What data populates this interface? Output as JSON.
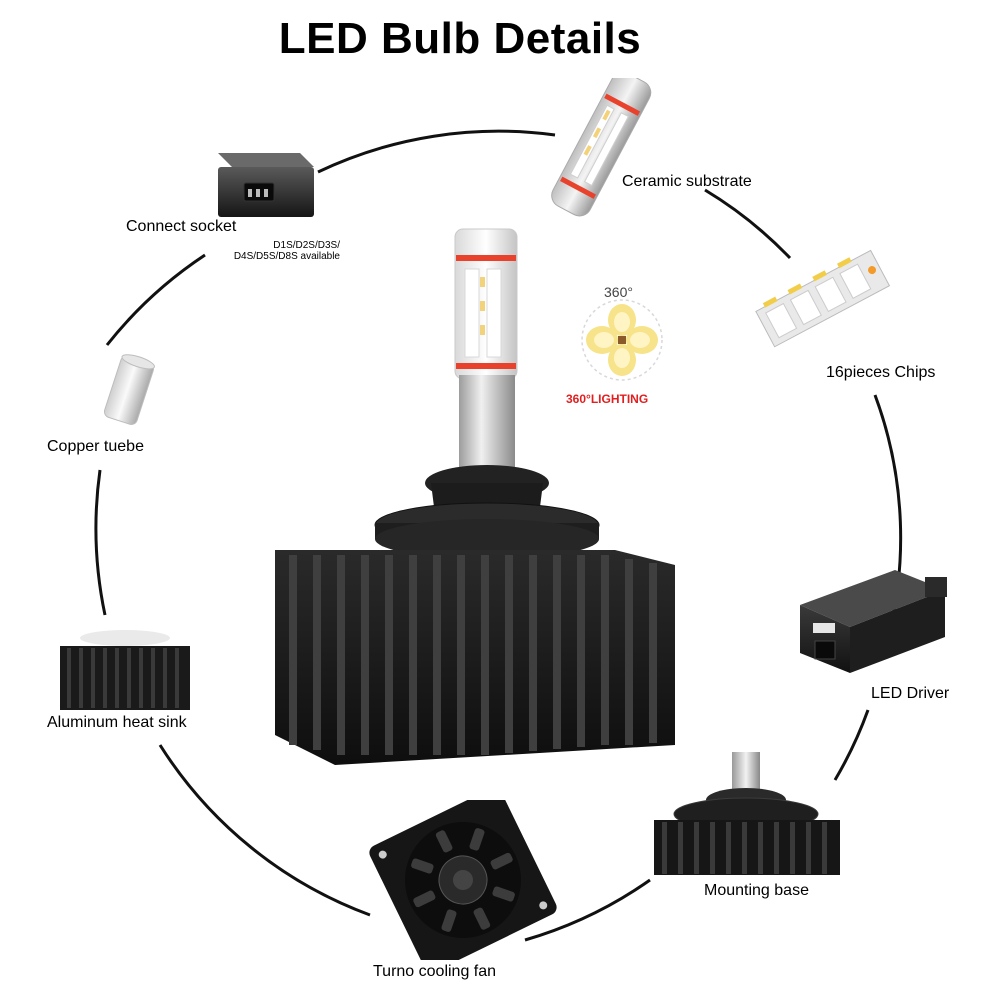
{
  "title": "LED Bulb Details",
  "components": {
    "connect_socket": {
      "label": "Connect socket",
      "note_line1": "D1S/D2S/D3S/",
      "note_line2": "D4S/D5S/D8S available"
    },
    "ceramic_substrate": {
      "label": "Ceramic substrate"
    },
    "chips": {
      "label": "16pieces Chips"
    },
    "copper_tube": {
      "label": "Copper tuebe"
    },
    "heat_sink": {
      "label": "Aluminum heat sink"
    },
    "led_driver": {
      "label": "LED Driver"
    },
    "mounting_base": {
      "label": "Mounting base"
    },
    "cooling_fan": {
      "label": "Turno cooling fan"
    }
  },
  "lighting_badge": {
    "degree": "360°",
    "label": "360°LIGHTING"
  },
  "colors": {
    "ring": "#111111",
    "bulb_accent": "#e8412c",
    "lighting_text": "#e02020",
    "heatsink": "#1a1a1a"
  }
}
